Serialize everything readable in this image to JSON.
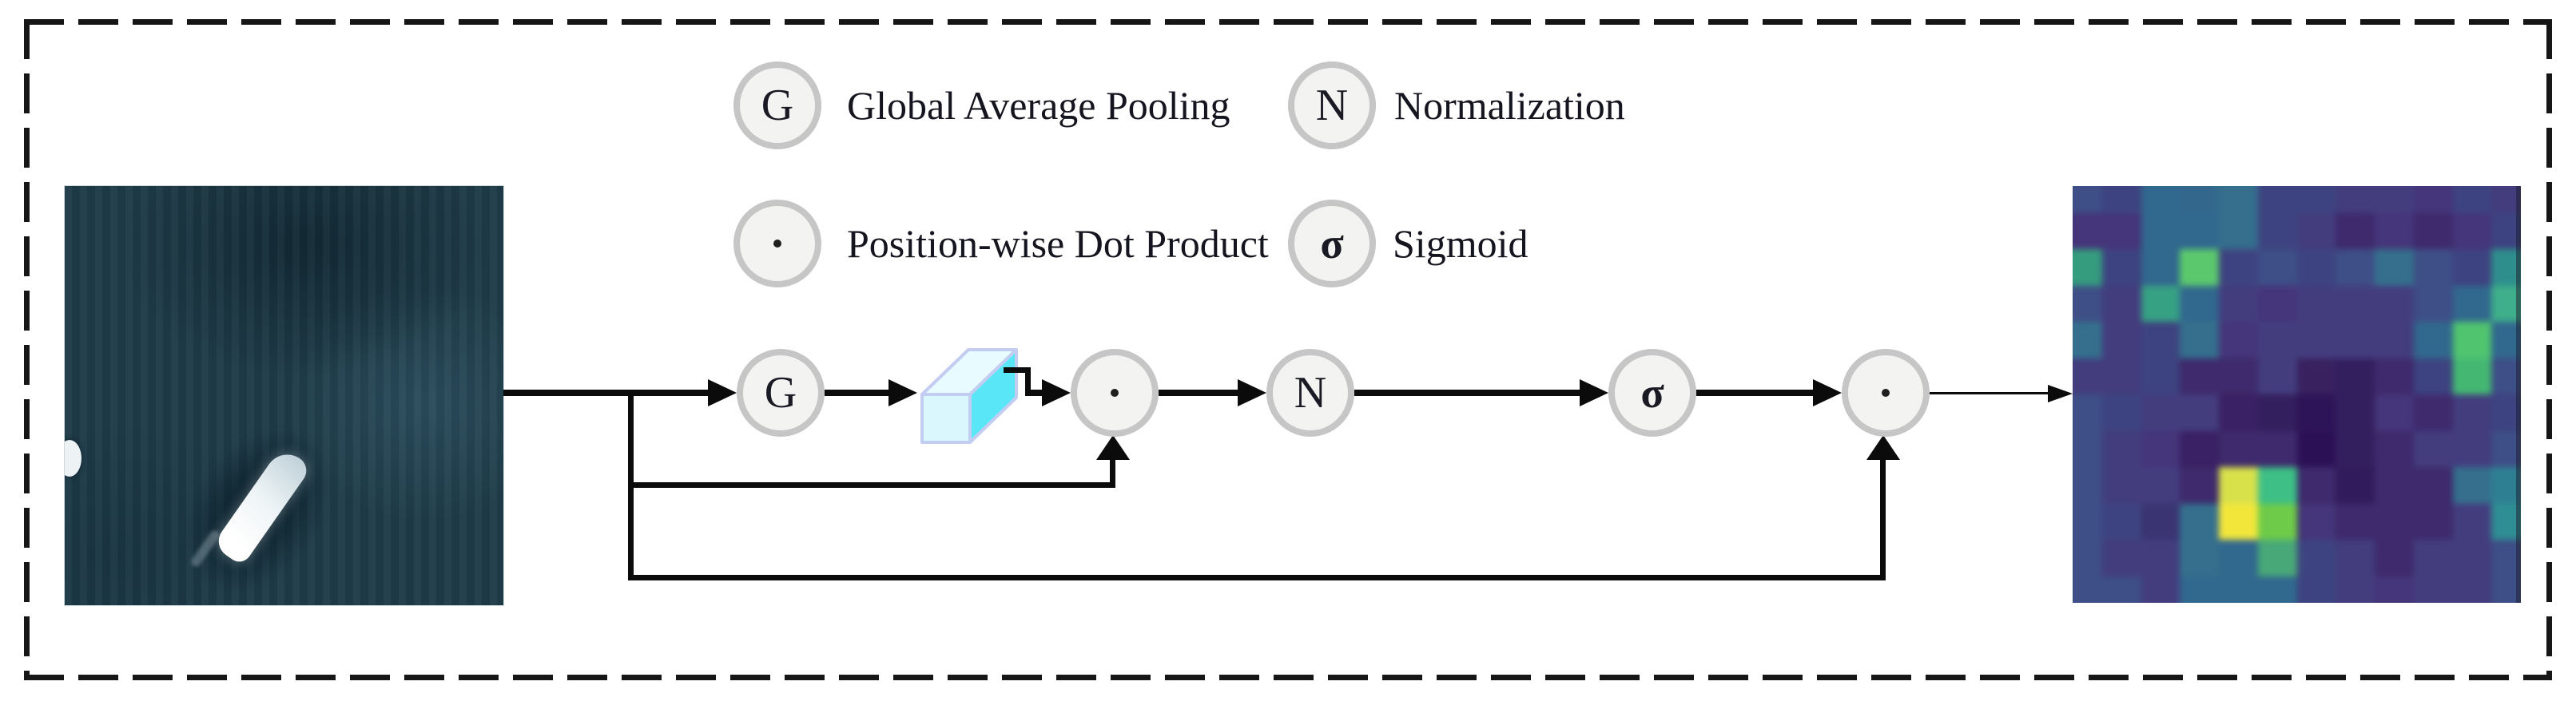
{
  "legend": {
    "items": [
      {
        "symbol": "G",
        "label": "Global Average Pooling"
      },
      {
        "symbol": "N",
        "label": "Normalization"
      },
      {
        "symbol": "·",
        "label": "Position-wise Dot Product"
      },
      {
        "symbol": "σ",
        "label": "Sigmoid"
      }
    ]
  },
  "flow": {
    "nodes": [
      {
        "id": "gap",
        "symbol": "G"
      },
      {
        "id": "dot-1",
        "symbol": "·"
      },
      {
        "id": "norm",
        "symbol": "N"
      },
      {
        "id": "sigmoid",
        "symbol": "σ"
      },
      {
        "id": "dot-2",
        "symbol": "·"
      }
    ]
  },
  "colors": {
    "frame_dash": "#161616",
    "arrow": "#0b0b0b",
    "circle_border": "#c6c6c6",
    "circle_fill": "#f3f3f2",
    "sea_base": "#1e3b48",
    "ship": "#ffffff",
    "tensor_front": "#d9f7fd",
    "tensor_top": "#e8fbfe",
    "tensor_side": "#59e7f7",
    "tensor_stroke": "#c3cdf1"
  },
  "heatmap": {
    "rows": 12,
    "cols": 12,
    "cells": [
      [
        "#3e4e86",
        "#3d4380",
        "#31688e",
        "#33688c",
        "#356f8d",
        "#3d4380",
        "#3d4380",
        "#433d7e",
        "#433d7e",
        "#45357a",
        "#3d4380",
        "#433d7e"
      ],
      [
        "#45357a",
        "#45357a",
        "#31688e",
        "#31688e",
        "#356f8d",
        "#3d4380",
        "#433d7e",
        "#3e2a6c",
        "#45357a",
        "#3e2a6c",
        "#45357a",
        "#3d4380"
      ],
      [
        "#359c7e",
        "#3d4380",
        "#31688e",
        "#5bc86d",
        "#3d4380",
        "#3e4e86",
        "#3d4380",
        "#3e4e86",
        "#356f8d",
        "#3e4e86",
        "#3d4380",
        "#2e8e8c"
      ],
      [
        "#3e4e86",
        "#433d7e",
        "#36a183",
        "#31688e",
        "#433d7e",
        "#45357a",
        "#433d7e",
        "#433d7e",
        "#433d7e",
        "#3e4e86",
        "#31688e",
        "#3fae8a"
      ],
      [
        "#356f8d",
        "#433d7e",
        "#3d4380",
        "#356f8d",
        "#45357a",
        "#433d7e",
        "#433d7e",
        "#433d7e",
        "#433d7e",
        "#31688e",
        "#50c46f",
        "#31688e"
      ],
      [
        "#433d7e",
        "#433d7e",
        "#3d4380",
        "#3e2a6c",
        "#3e2a6c",
        "#433d7e",
        "#39215f",
        "#341f5e",
        "#3e2a6c",
        "#3d4380",
        "#44b873",
        "#3e4e86"
      ],
      [
        "#3e4e86",
        "#3d4380",
        "#433d7e",
        "#433d7e",
        "#3a2064",
        "#341f5e",
        "#2d1458",
        "#341f5e",
        "#45357a",
        "#3e2a6c",
        "#433d7e",
        "#3d4380"
      ],
      [
        "#3e4e86",
        "#433d7e",
        "#45357a",
        "#3a2064",
        "#3e2a6c",
        "#3e2a6c",
        "#2c1055",
        "#341f5e",
        "#3e2a6c",
        "#433d7e",
        "#433d7e",
        "#3e4e86"
      ],
      [
        "#3e4e86",
        "#433d7e",
        "#433d7e",
        "#3e2a6c",
        "#d8e14a",
        "#3dbf86",
        "#3e2a6c",
        "#321b5c",
        "#3e2a6c",
        "#3e2a6c",
        "#356f8d",
        "#2f7f93"
      ],
      [
        "#3e4e86",
        "#3d4380",
        "#3a3472",
        "#356f8d",
        "#f2e63b",
        "#6ecb49",
        "#45357a",
        "#3e2a6c",
        "#3e2a6c",
        "#3e2a6c",
        "#433d7e",
        "#2e8e93"
      ],
      [
        "#3e4e86",
        "#433d7e",
        "#433d7e",
        "#356f8d",
        "#31688e",
        "#49a877",
        "#3d4380",
        "#433d7e",
        "#3e2a6c",
        "#433d7e",
        "#433d7e",
        "#3e4e86"
      ],
      [
        "#3e4e86",
        "#3e4e86",
        "#433d7e",
        "#31688e",
        "#31688e",
        "#31688e",
        "#3d4380",
        "#433d7e",
        "#45357a",
        "#433d7e",
        "#433d7e",
        "#3e4e86"
      ]
    ]
  }
}
